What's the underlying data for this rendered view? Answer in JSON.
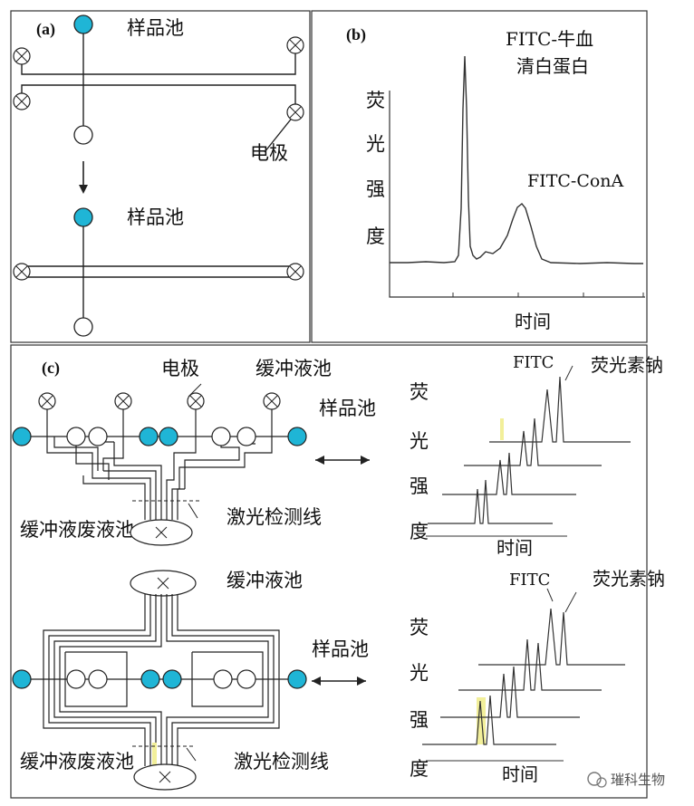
{
  "panel_a": {
    "tag": "(a)",
    "sample_pool_1": "样品池",
    "sample_pool_2": "样品池",
    "electrode": "电极"
  },
  "panel_b": {
    "tag": "(b)",
    "peak1_label_line1": "FITC-牛血",
    "peak1_label_line2": "清白蛋白",
    "peak2_label": "FITC-ConA",
    "ylabel_chars": [
      "荧",
      "光",
      "强",
      "度"
    ],
    "xlabel": "时间"
  },
  "panel_c": {
    "tag": "(c)",
    "top": {
      "electrode": "电极",
      "buffer_pool": "缓冲液池",
      "sample_pool": "样品池",
      "waste_pool": "缓冲液废液池",
      "detect_line": "激光检测线",
      "fitc": "FITC",
      "fluorescein": "荧光素钠",
      "ylabel_chars": [
        "荧",
        "光",
        "强",
        "度"
      ],
      "xlabel": "时间"
    },
    "bottom": {
      "buffer_pool": "缓冲液池",
      "sample_pool": "样品池",
      "waste_pool": "缓冲液废液池",
      "detect_line": "激光检测线",
      "fitc": "FITC",
      "fluorescein": "荧光素钠",
      "ylabel_chars": [
        "荧",
        "光",
        "强",
        "度"
      ],
      "xlabel": "时间"
    }
  },
  "watermark": "璀科生物",
  "colors": {
    "pool_fill": "#1fb5d6",
    "line": "#222222",
    "highlight": "#f2ef9a"
  }
}
